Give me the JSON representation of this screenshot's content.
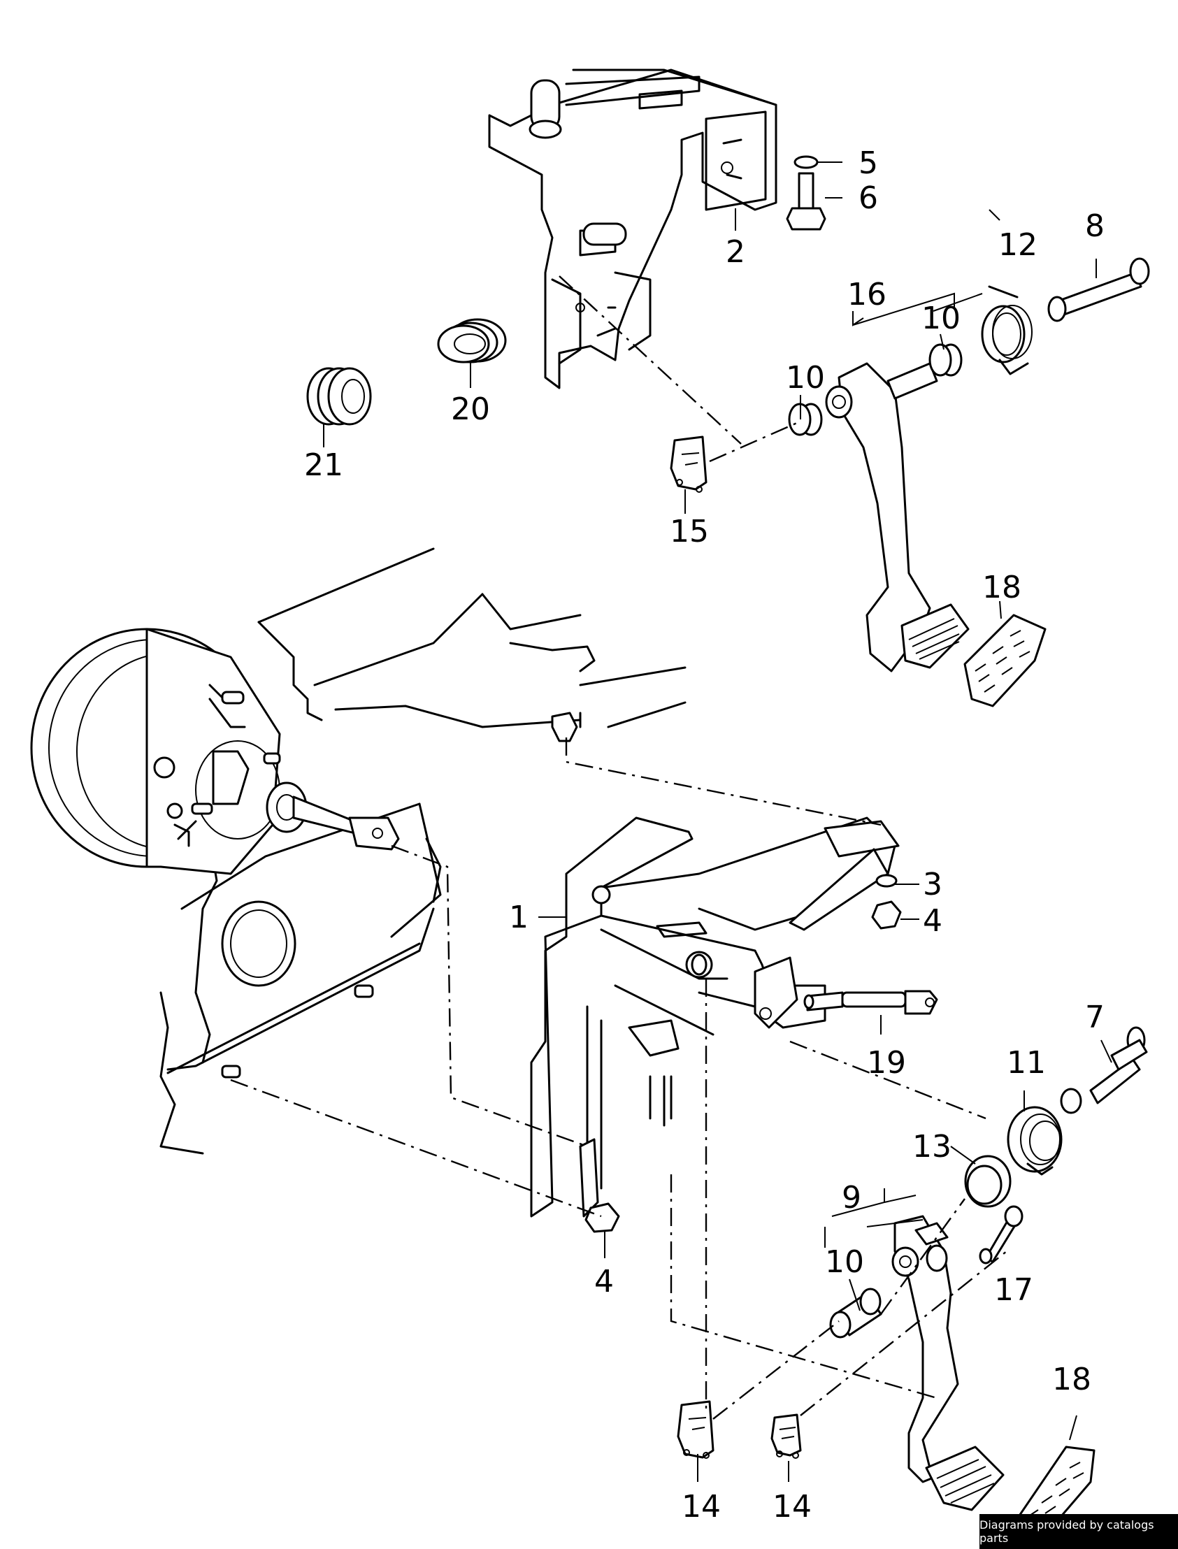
{
  "labels": {
    "l1": "1",
    "l2": "2",
    "l3": "3",
    "l4a": "4",
    "l4b": "4",
    "l5": "5",
    "l6": "6",
    "l7": "7",
    "l8": "8",
    "l9": "9",
    "l10a": "10",
    "l10b": "10",
    "l10c": "10",
    "l11": "11",
    "l12": "12",
    "l13": "13",
    "l14a": "14",
    "l14b": "14",
    "l15": "15",
    "l16": "16",
    "l17": "17",
    "l18a": "18",
    "l18b": "18",
    "l19": "19",
    "l20": "20",
    "l21": "21"
  },
  "credit": "Diagrams provided by catalogs parts"
}
